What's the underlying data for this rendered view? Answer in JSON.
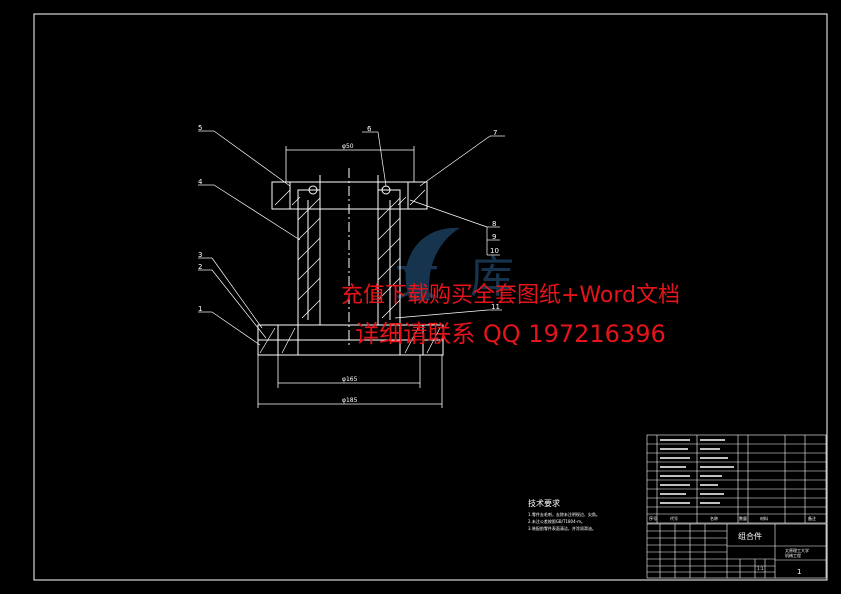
{
  "drawing": {
    "dimensions": {
      "d_top": "φ50",
      "d_base_inner": "φ165",
      "d_base_outer": "φ185"
    },
    "balloons": [
      "1",
      "2",
      "3",
      "4",
      "5",
      "6",
      "7",
      "8",
      "9",
      "10",
      "11"
    ],
    "tech_req": {
      "heading": "技术要求",
      "lines": [
        "1.零件去毛刺，去除未注明锐边、尖角。",
        "2.未注公差按照GB/T1804-m。",
        "3.装配前零件表面清洁，并涂润滑油。"
      ]
    }
  },
  "title_block": {
    "name": "组合件",
    "scale": "1:1",
    "sheet": "1",
    "school": "太原理工大学",
    "class": "机械工程"
  },
  "bom": {
    "headers": [
      "序号",
      "代号",
      "名称",
      "数量",
      "材料",
      "备注"
    ]
  },
  "watermark": {
    "line1": "充值下载购买全套图纸+Word文档",
    "line2": "详细请联系 QQ 197216396",
    "logo_char1": "文",
    "logo_char2": "库"
  },
  "colors": {
    "line": "#ffffff",
    "watermark": "#e5141a",
    "logo": "#2a5f8f"
  }
}
